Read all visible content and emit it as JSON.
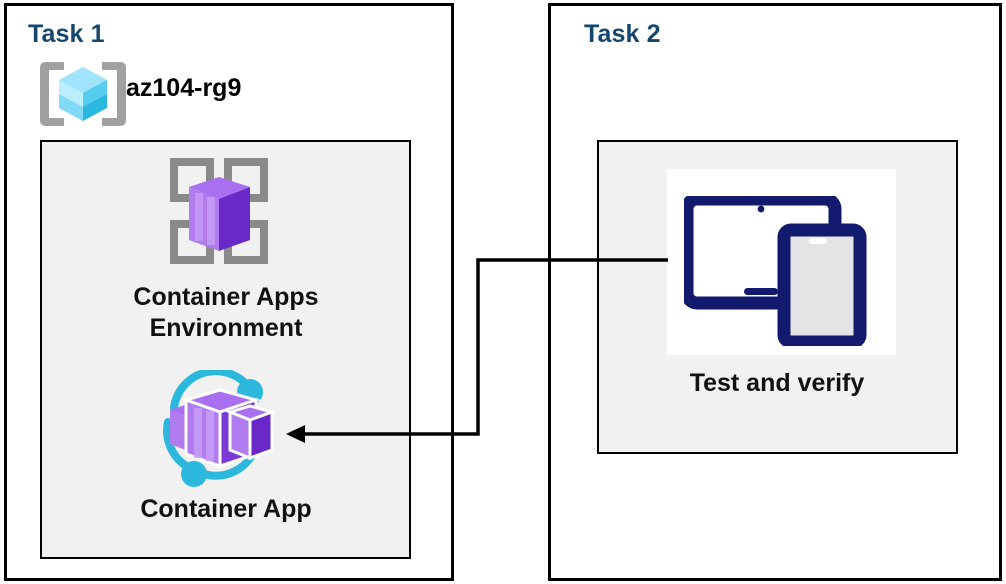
{
  "diagram": {
    "title_color": "#14466e",
    "panels": [
      {
        "id": "task1",
        "title": "Task 1"
      },
      {
        "id": "task2",
        "title": "Task 2"
      }
    ],
    "resource_group": {
      "name": "az104-rg9",
      "icon": "resource-group-icon",
      "icon_colors": {
        "bracket": "#a0a0a0",
        "cube_light": "#9fe4fb",
        "cube_mid": "#50d3f5",
        "cube_dark": "#2ab8e0"
      }
    },
    "task1_resources": [
      {
        "id": "container-apps-environment",
        "label": "Container Apps\nEnvironment",
        "icon": "container-apps-environment-icon",
        "icon_colors": {
          "frame": "#8a8a8a",
          "box_light": "#b07cf0",
          "box_mid": "#9a5ce8",
          "box_dark": "#6b28c9"
        }
      },
      {
        "id": "container-app",
        "label": "Container App",
        "icon": "container-app-icon",
        "icon_colors": {
          "ring": "#2cb8dd",
          "box_light": "#b07cf0",
          "box_mid": "#9a5ce8",
          "box_dark": "#6b28c9"
        }
      }
    ],
    "task2_resources": [
      {
        "id": "test-and-verify",
        "label": "Test and verify",
        "icon": "devices-icon",
        "icon_colors": {
          "device": "#121a6e",
          "screen": "#ffffff",
          "phone_screen": "#e4e4e6"
        }
      }
    ],
    "connector": {
      "id": "test-to-container-app",
      "direction": "test-and-verify to container-app",
      "color": "#000000",
      "arrowhead": "left"
    }
  }
}
